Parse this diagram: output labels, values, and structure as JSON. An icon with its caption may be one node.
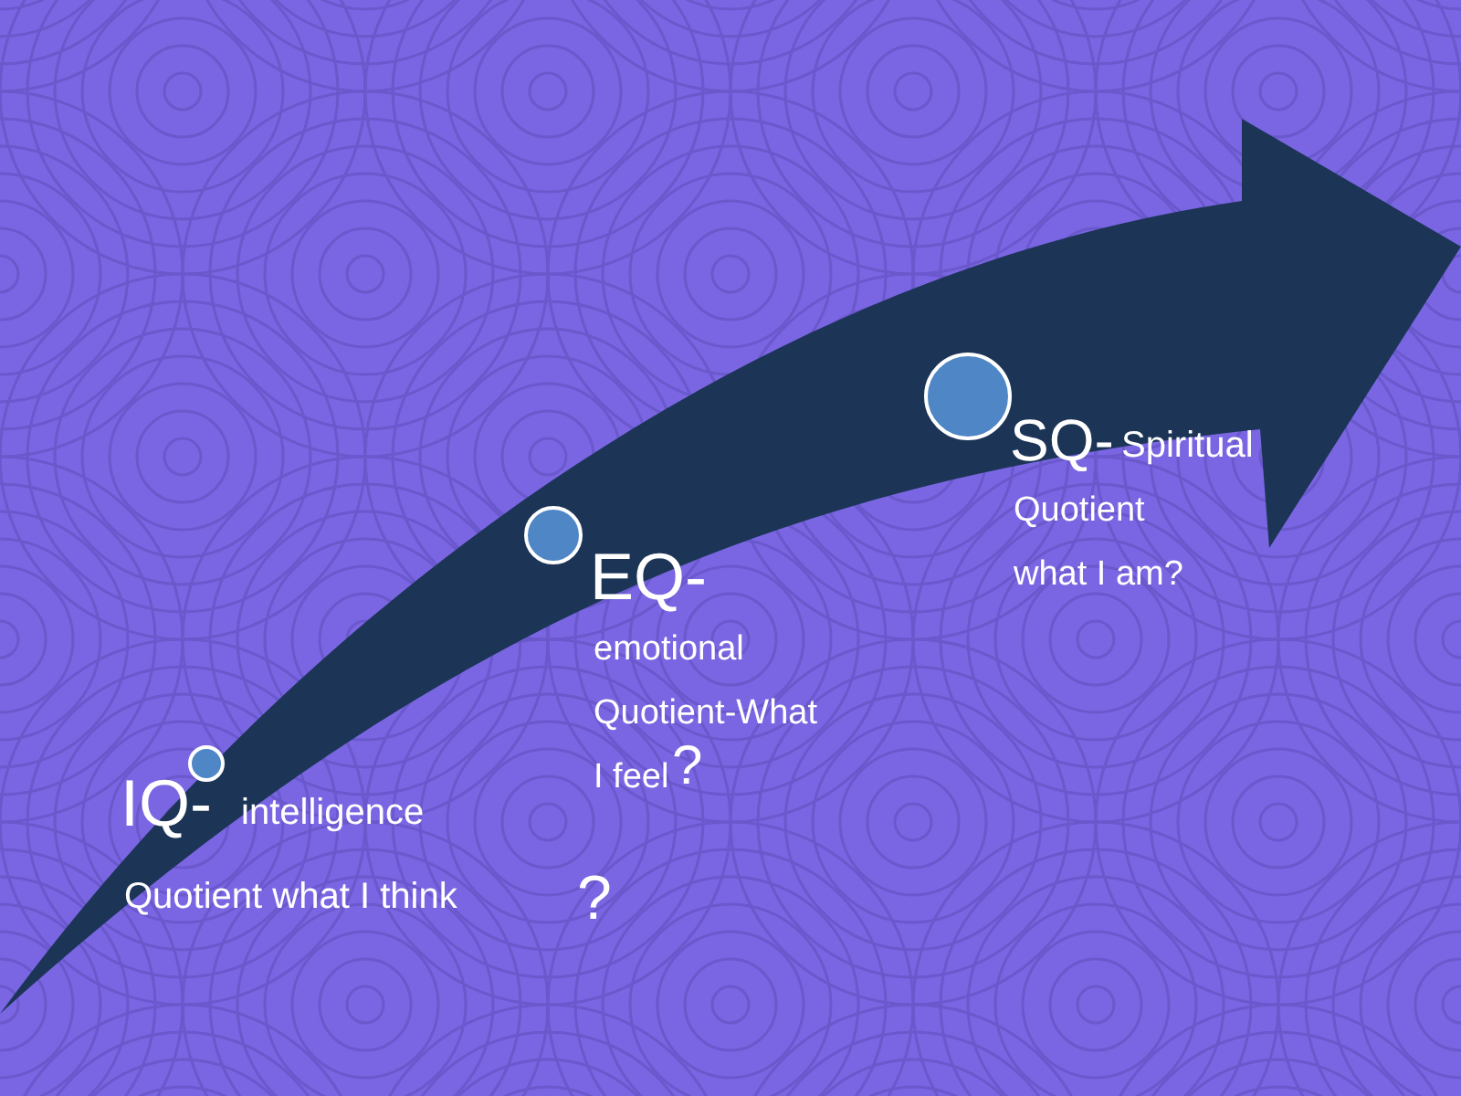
{
  "diagram": {
    "nodes": [
      {
        "text": [],
        "shape": "circle",
        "beside": [
          "IQ-",
          "intelligence",
          "Quotient what I think",
          "?"
        ]
      },
      {
        "text": [],
        "shape": "circle",
        "beside": [
          "EQ-",
          "emotional Quotient-What I feel",
          "?"
        ]
      },
      {
        "text": [],
        "shape": "circle",
        "beside": [
          "SQ-",
          "Spiritual",
          "Quotient what I am?"
        ]
      }
    ]
  }
}
